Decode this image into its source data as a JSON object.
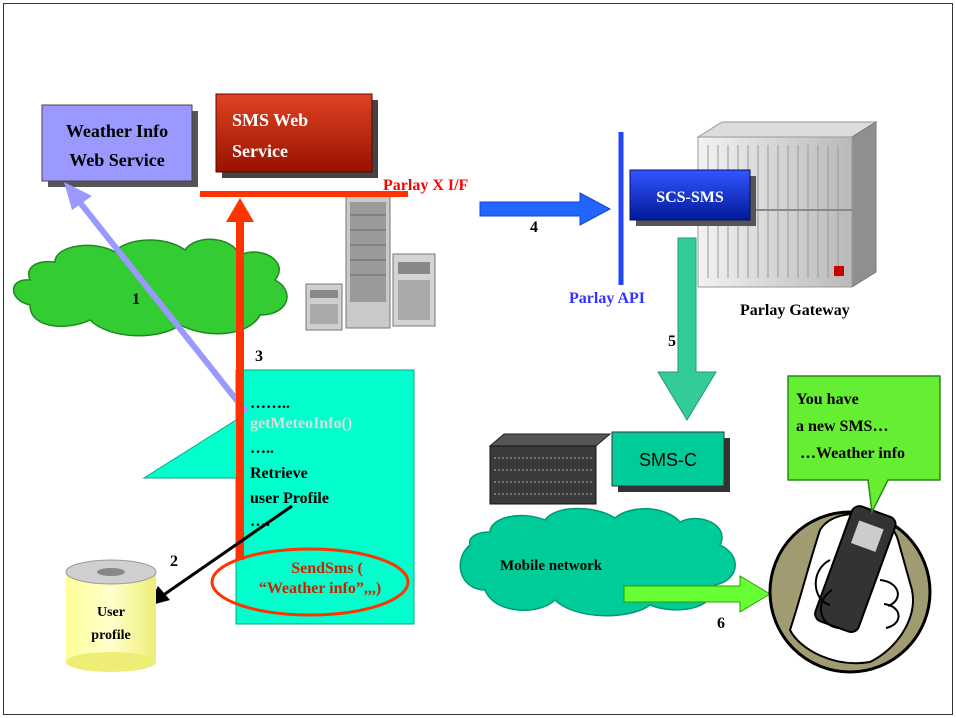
{
  "boxes": {
    "weather": {
      "line1": "Weather Info",
      "line2": "Web Service"
    },
    "sms_ws": {
      "line1": "SMS Web",
      "line2": "Service"
    },
    "scs_sms": "SCS-SMS",
    "smsc": "SMS-C"
  },
  "labels": {
    "parlay_x": "Parlay X I/F",
    "parlay_api": "Parlay API",
    "parlay_gateway": "Parlay Gateway",
    "mobile_network": "Mobile network",
    "user_profile": {
      "line1": "User",
      "line2": "profile"
    }
  },
  "callout": {
    "lines": [
      "……..",
      "getMeteoInfo()",
      "…..",
      "Retrieve",
      "user Profile",
      "…."
    ],
    "send_line1": "SendSms (",
    "send_line2": "“Weather info”,,,)"
  },
  "speech": [
    "You have",
    "a new SMS…",
    "…Weather info"
  ],
  "steps": [
    "1",
    "2",
    "3",
    "4",
    "5",
    "6"
  ],
  "colors": {
    "weather_box": "#9999ff",
    "sms_box": "#cc2200",
    "scs_box": "#0033cc",
    "callout": "#00ffcc",
    "smsc": "#00cc99",
    "cloud": "#33cc33",
    "speech": "#66ee33",
    "red_arrow": "#ff3300",
    "blue_arrow": "#2266ff",
    "lavender_arrow": "#9999ff",
    "teal_arrow": "#33cc99",
    "green_arrow": "#66ff33",
    "parlay_label": "#ff0000",
    "api_label": "#3333ff"
  }
}
